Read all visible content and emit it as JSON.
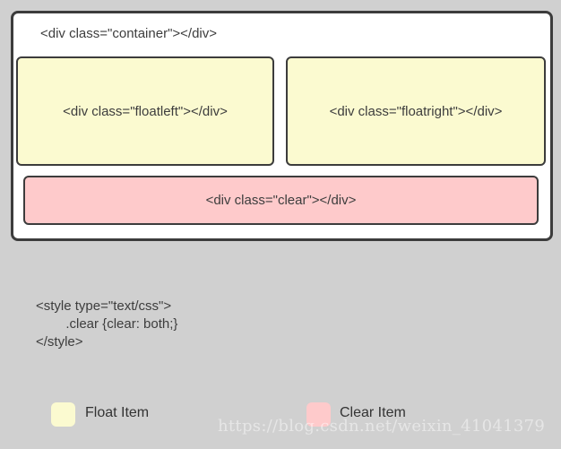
{
  "colors": {
    "page_bg": "#d0d0d0",
    "container_bg": "#ffffff",
    "float_item_bg": "#fbfad0",
    "clear_item_bg": "#fecacb",
    "border": "#3c3c3c",
    "text": "#3d3d3d",
    "watermark_text": "#e0e0dd"
  },
  "diagram": {
    "container_label": "<div class=\"container\"></div>",
    "floatleft_label": "<div class=\"floatleft\"></div>",
    "floatright_label": "<div class=\"floatright\"></div>",
    "clear_label": "<div class=\"clear\"></div>"
  },
  "code": {
    "line1": "<style type=\"text/css\">",
    "line2": "        .clear {clear: both;}",
    "line3": "</style>"
  },
  "legend": {
    "float_label": "Float Item",
    "clear_label": "Clear Item"
  },
  "watermark": "https://blog.csdn.net/weixin_41041379"
}
